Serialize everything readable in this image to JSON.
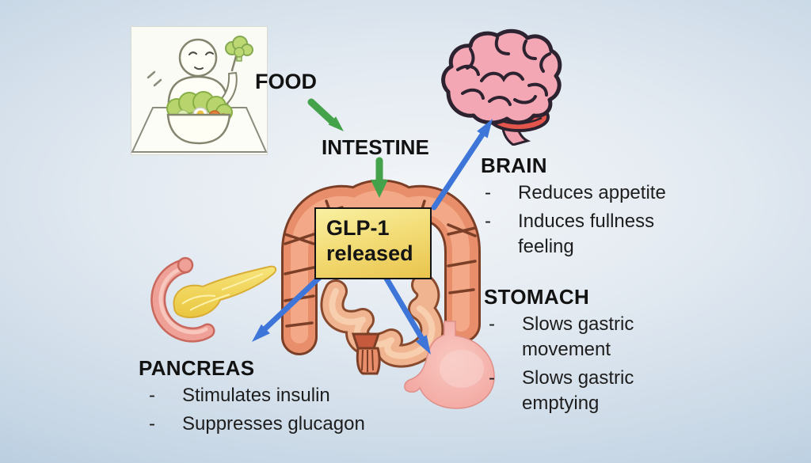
{
  "diagram": {
    "bullet_dash": "-",
    "flow_labels": {
      "food": "FOOD",
      "intestine": "INTESTINE"
    },
    "glp1_box": {
      "line1": "GLP-1",
      "line2": "released"
    },
    "sections": {
      "brain": {
        "title": "BRAIN",
        "bullets": [
          "Reduces appetite",
          "Induces fullness feeling"
        ]
      },
      "stomach": {
        "title": "STOMACH",
        "bullets": [
          "Slows gastric movement",
          "Slows gastric emptying"
        ]
      },
      "pancreas": {
        "title": "PANCREAS",
        "bullets": [
          "Stimulates insulin",
          "Suppresses glucagon"
        ]
      }
    },
    "icons": [
      "person-eating-illustration",
      "brain-illustration",
      "intestine-illustration",
      "pancreas-illustration",
      "stomach-illustration",
      "green-arrow",
      "blue-arrow"
    ],
    "colors": {
      "green_arrow": "#43a24a",
      "blue_arrow": "#3d76d8",
      "glp1_box_top": "#f9f0a2",
      "glp1_box_bottom": "#e9c44d",
      "background_center": "#f2f5f8",
      "background_edge": "#a4bed6",
      "colon_fill": "#e98e6b",
      "colon_outline": "#7b3f27",
      "brain_fill": "#f3a6b3",
      "pancreas_fill": "#f0d455",
      "stomach_fill": "#f1a09a"
    }
  }
}
